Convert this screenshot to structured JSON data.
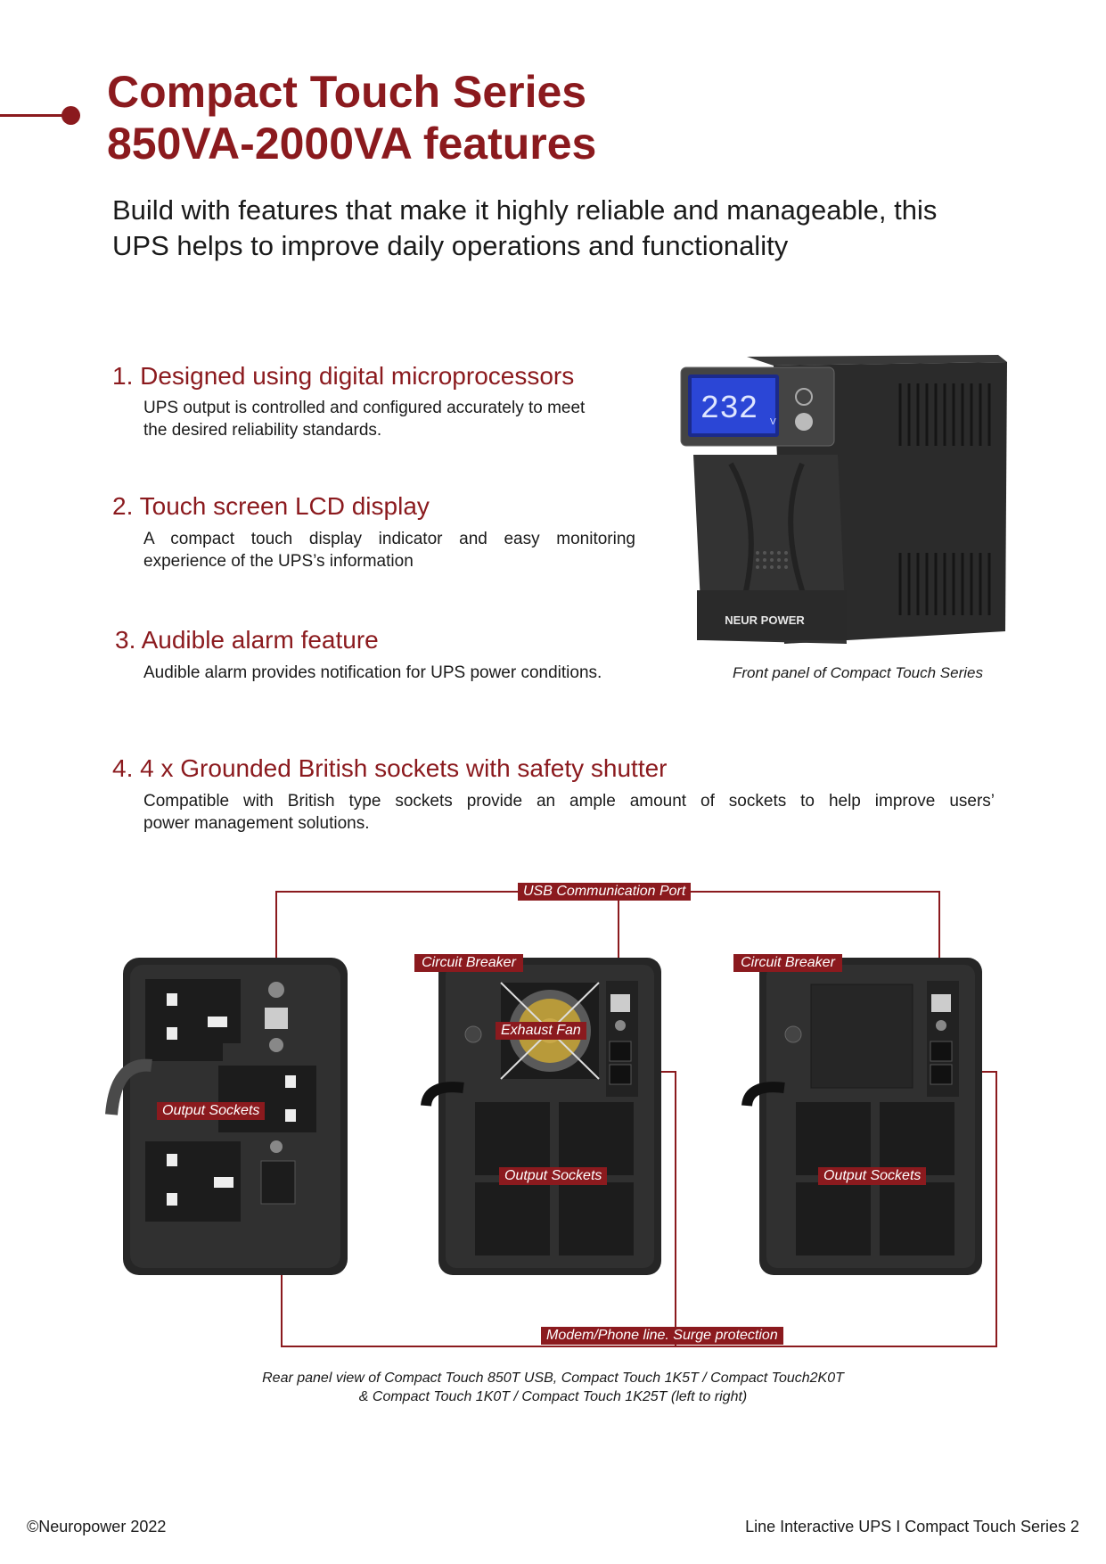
{
  "heading": {
    "line1": "Compact Touch Series",
    "line2": "850VA-2000VA features"
  },
  "intro": {
    "line1": "Build with features that make it highly reliable and manageable, this",
    "line2": "UPS helps to improve daily operations and functionality"
  },
  "features": [
    {
      "title": "1. Designed using digital microprocessors",
      "line1": "UPS output is controlled and configured accurately to meet",
      "line2": "the desired reliability standards."
    },
    {
      "title": "2. Touch screen LCD display",
      "line1": "A compact touch display indicator and easy monitoring",
      "line2": "experience of the UPS’s information"
    },
    {
      "title": "3. Audible alarm feature",
      "line1": "Audible alarm provides notification for UPS power conditions."
    },
    {
      "title": "4. 4 x Grounded British sockets with safety shutter",
      "line1": "Compatible with British type sockets provide an ample amount of sockets to help improve users’",
      "line2": "power management solutions."
    }
  ],
  "front_panel": {
    "display_value": "232",
    "display_unit": "V",
    "brand": "NEUR POWER",
    "caption": "Front panel of Compact Touch Series"
  },
  "diagram": {
    "usb_label": "USB Communication Port",
    "circuit_breaker_1": "Circuit Breaker",
    "circuit_breaker_2": "Circuit Breaker",
    "exhaust_fan": "Exhaust Fan",
    "output_sockets_1": "Output Sockets",
    "output_sockets_2": "Output Sockets",
    "output_sockets_3": "Output Sockets",
    "modem_label": "Modem/Phone line. Surge protection",
    "caption_line1": "Rear panel view of Compact Touch 850T USB, Compact Touch 1K5T / Compact Touch2K0T",
    "caption_line2": "& Compact Touch 1K0T / Compact Touch 1K25T (left to right)"
  },
  "footer": {
    "left": "©Neuropower 2022",
    "right": "Line Interactive UPS I Compact Touch Series  2"
  },
  "colors": {
    "accent": "#8b1a1e",
    "device_body": "#2a2a2a",
    "lcd": "#2b46d6"
  }
}
